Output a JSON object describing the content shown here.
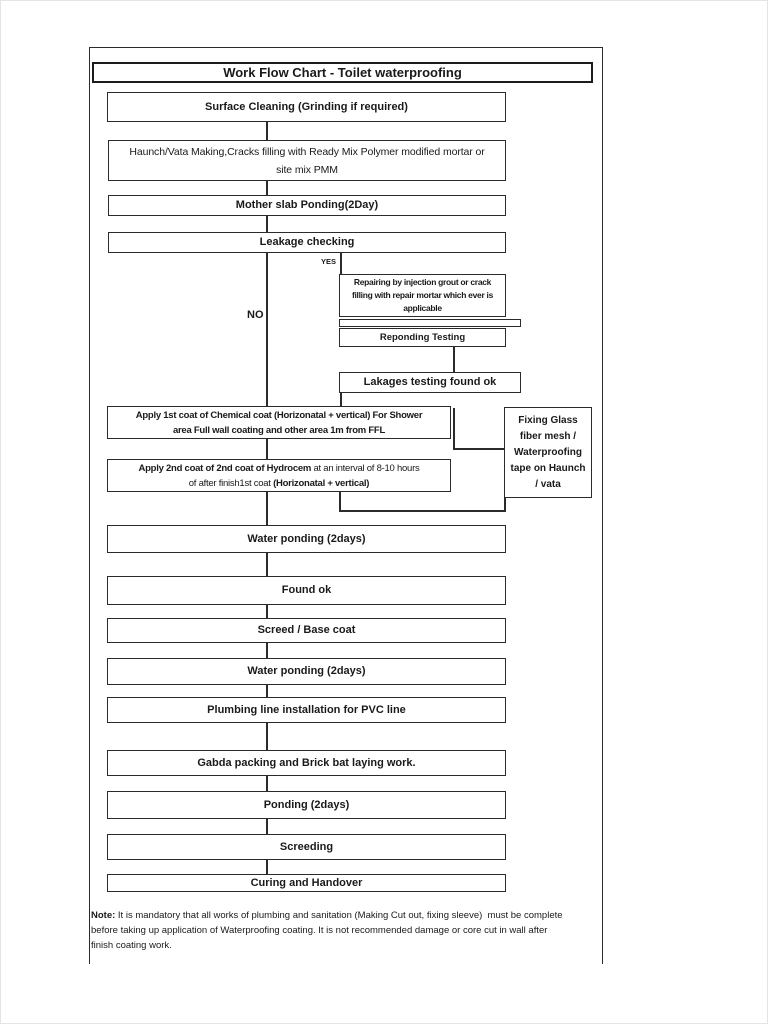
{
  "title": "Work Flow Chart - Toilet waterproofing",
  "colors": {
    "line": "#2b2b2b",
    "text": "#1a1a1a",
    "page_bg": "#ffffff"
  },
  "nodes": {
    "surface_cleaning": {
      "label": "Surface Cleaning (Grinding if required)"
    },
    "haunch": {
      "lines": [
        "Haunch/Vata Making,Cracks filling with Ready Mix Polymer modified mortar or",
        "site mix PMM"
      ]
    },
    "mother_slab": {
      "label": "Mother slab Ponding(2Day)"
    },
    "leakage": {
      "label": "Leakage checking"
    },
    "repairing": {
      "lines": [
        "Repairing by injection grout or crack",
        "filling with repair mortar which ever is",
        "applicable"
      ]
    },
    "reponding": {
      "label": "Reponding Testing"
    },
    "lakages": {
      "label": "Lakages testing found ok"
    },
    "apply_1st": {
      "lines": [
        "Apply 1st coat of Chemical coat (Horizonatal + vertical) For Shower",
        "area Full wall coating and other area 1m from FFL"
      ]
    },
    "apply_2nd": {
      "line1_bold": "Apply 2nd coat of 2nd coat of Hydrocem",
      "line1_regular": " at an interval of 8-10 hours",
      "line2_regular": "of after finish1st coat ",
      "line2_bold": "(Horizonatal + vertical)"
    },
    "fixing_glass": {
      "lines": [
        "Fixing Glass",
        "fiber mesh /",
        "Waterproofing",
        "tape on Haunch",
        "/ vata"
      ]
    },
    "water_ponding_1": {
      "label": "Water ponding (2days)"
    },
    "found_ok": {
      "label": "Found ok"
    },
    "screed_base": {
      "label": "Screed / Base coat"
    },
    "water_ponding_2": {
      "label": "Water ponding (2days)"
    },
    "plumbing": {
      "label": "Plumbing line installation for PVC line"
    },
    "gabda": {
      "label": "Gabda packing and Brick bat laying work."
    },
    "ponding": {
      "label": "Ponding (2days)"
    },
    "screeding": {
      "label": "Screeding"
    },
    "curing": {
      "label": "Curing and Handover"
    }
  },
  "branch_labels": {
    "yes": "YES",
    "no": "NO"
  },
  "note": {
    "label": "Note:",
    "lines": [
      " It is mandatory that all works of plumbing and sanitation (Making Cut out, fixing sleeve)  must be complete",
      "before taking up application of Waterproofing coating. It is not recommended damage or core cut in wall after",
      "finish coating work."
    ]
  }
}
